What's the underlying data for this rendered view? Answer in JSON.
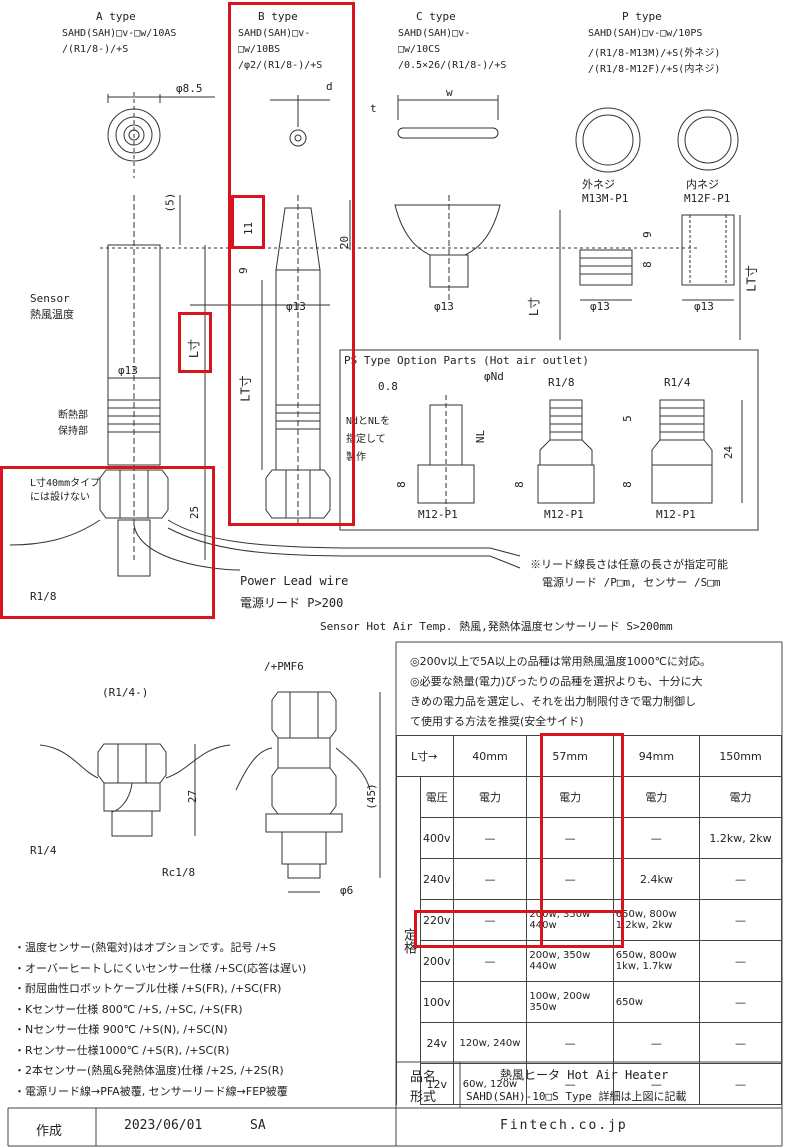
{
  "types": {
    "a": {
      "title": "A type",
      "model": "SAHD(SAH)□v-□w/10AS",
      "thread": "/(R1/8-)/+S",
      "dia": "φ8.5"
    },
    "b": {
      "title": "B type",
      "model1": "SAHD(SAH)□v-",
      "model2": "□w/10BS",
      "model3": "/φ2/(R1/8-)/+S",
      "d": "d"
    },
    "c": {
      "title": "C type",
      "model1": "SAHD(SAH)□v-",
      "model2": "□w/10CS",
      "model3": "/0.5×26/(R1/8-)/+S",
      "w": "w",
      "t": "t"
    },
    "p": {
      "title": "P type",
      "model1": "SAHD(SAH)□v-□w/10PS",
      "model2": "/(R1/8-M13M)/+S(外ネジ)",
      "model3": "/(R1/8-M12F)/+S(内ネジ)",
      "outer_label": "外ネジ",
      "outer_part": "M13M-P1",
      "inner_label": "内ネジ",
      "inner_part": "M12F-P1"
    }
  },
  "dims": {
    "five": "(5)",
    "eleven": "11",
    "twenty": "20",
    "nine": "9",
    "phi13": "φ13",
    "l_sun": "L寸",
    "lt_sun": "LT寸",
    "twentyfive": "25",
    "eight": "8",
    "nine_b": "9"
  },
  "labels": {
    "sensor": "Sensor",
    "sensor_jp": "熱風温度",
    "dannetsu": "断熱部",
    "hoji": "保持部",
    "l40_note1": "L寸40mmタイプ",
    "l40_note2": "には設けない",
    "r18": "R1/8",
    "power_lead": "Power Lead wire",
    "power_lead_jp": "電源リード P>200",
    "lead_note1": "※リード線長さは任意の長さが指定可能",
    "lead_note2": "電源リード /P□m, センサー /S□m",
    "sensor_hot_air": "Sensor Hot Air Temp. 熱風,発熱体温度センサーリード S>200mm"
  },
  "ps_parts": {
    "title": "PS Type Option Parts (Hot air outlet)",
    "zero8": "0.8",
    "phind": "φNd",
    "nd_note1": "NdとNLを",
    "nd_note2": "指定して",
    "nd_note3": "製作",
    "nl": "NL",
    "eight": "8",
    "five": "5",
    "twentyfour": "24",
    "r18": "R1/8",
    "r14": "R1/4",
    "m12a": "M12-P1",
    "m12b": "M12-P1",
    "m12c": "M12-P1"
  },
  "lower_left": {
    "r14_paren": "(R1/4-)",
    "pmf6": "/+PMF6",
    "twentyseven": "27",
    "fortyfive": "(45)",
    "r14": "R1/4",
    "rc18": "Rc1/8",
    "phi6": "φ6"
  },
  "notes_top": [
    "◎200v以上で5A以上の品種は常用熱風温度1000℃に対応。",
    "◎必要な熱量(電力)ぴったりの品種を選択よりも、十分に大",
    "きめの電力品を選定し、それを出力制限付きで電力制御し",
    "て使用する方法を推奨(安全サイド)"
  ],
  "table": {
    "l_header": "L寸→",
    "cols": [
      "40mm",
      "57mm",
      "94mm",
      "150mm"
    ],
    "voltage_header": "電圧",
    "power_header": "電力",
    "rated": "定格",
    "rows": [
      {
        "v": "400v",
        "c": [
          "—",
          "—",
          "—",
          "1.2kw, 2kw"
        ]
      },
      {
        "v": "240v",
        "c": [
          "—",
          "—",
          "2.4kw",
          "—"
        ]
      },
      {
        "v": "220v",
        "c": [
          "—",
          "200w, 350w\n440w",
          "650w, 800w\n1.2kw, 2kw",
          "—"
        ]
      },
      {
        "v": "200v",
        "c": [
          "—",
          "200w, 350w\n440w",
          "650w, 800w\n1kw, 1.7kw",
          "—"
        ]
      },
      {
        "v": "100v",
        "c": [
          "",
          "100w, 200w\n350w",
          "650w",
          "—"
        ]
      },
      {
        "v": "24v",
        "c": [
          "120w, 240w",
          "—",
          "—",
          "—"
        ]
      },
      {
        "v": "12v",
        "c": [
          "60w, 120w",
          "—",
          "—",
          "—"
        ]
      }
    ]
  },
  "bullets": [
    "・温度センサー(熱電対)はオプションです。記号 /+S",
    "・オーバーヒートしにくいセンサー仕様 /+SC(応答は遅い)",
    "・耐屈曲性ロボットケーブル仕様 /+S(FR), /+SC(FR)",
    "・Kセンサー仕様 800℃ /+S, /+SC, /+S(FR)",
    "・Nセンサー仕様 900℃ /+S(N), /+SC(N)",
    "・Rセンサー仕様1000℃ /+S(R), /+SC(R)",
    "・2本センサー(熱風&発熱体温度)仕様 /+2S, /+2S(R)",
    "・電源リード線→PFA被覆, センサーリード線→FEP被覆"
  ],
  "product": {
    "hinmei_label": "品名",
    "hinmei": "熱風ヒータ Hot Air Heater",
    "keishiki_label": "形式",
    "keishiki": "SAHD(SAH)-10□S Type 詳細は上図に記載"
  },
  "footer": {
    "sakusei": "作成",
    "date": "2023/06/01",
    "initials": "SA",
    "site": "Fintech.co.jp"
  },
  "colors": {
    "highlight": "#d8151f",
    "line": "#333333"
  }
}
